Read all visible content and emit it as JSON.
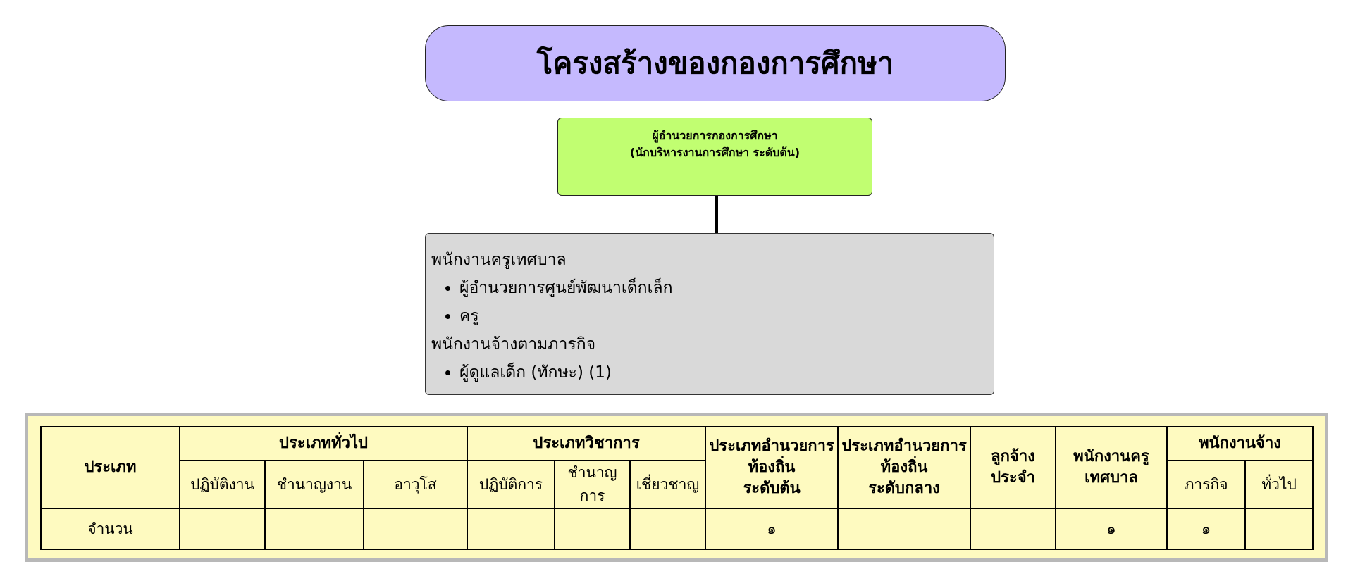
{
  "title": "โครงสร้างของกองการศึกษา",
  "director": {
    "line1": "ผู้อำนวยการกองการศึกษา",
    "line2": "(นักบริหารงานการศึกษา ระดับต้น)"
  },
  "staff": {
    "groups": [
      {
        "label": "พนักงานครูเทศบาล",
        "items": [
          "ผู้อำนวยการศูนย์พัฒนาเด็กเล็ก",
          "ครู"
        ]
      },
      {
        "label": "พนักงานจ้างตามภารกิจ",
        "items": [
          "ผู้ดูแลเด็ก (ทักษะ) (1)"
        ]
      }
    ]
  },
  "table": {
    "type_header": "ประเภท",
    "general": {
      "label": "ประเภททั่วไป",
      "subs": [
        "ปฏิบัติงาน",
        "ชำนาญงาน",
        "อาวุโส"
      ]
    },
    "academic": {
      "label": "ประเภทวิชาการ",
      "subs": [
        "ปฏิบัติการ",
        "ชำนาญการ",
        "เชี่ยวชาญ"
      ]
    },
    "local_admin_basic": {
      "line1": "ประเภทอำนวยการ",
      "line2": "ท้องถิ่น",
      "line3": "ระดับต้น"
    },
    "local_admin_mid": {
      "line1": "ประเภทอำนวยการ",
      "line2": "ท้องถิ่น",
      "line3": "ระดับกลาง"
    },
    "permanent": {
      "line1": "ลูกจ้าง",
      "line2": "ประจำ"
    },
    "teacher": {
      "line1": "พนักงานครู",
      "line2": "เทศบาล"
    },
    "contract": {
      "label": "พนักงานจ้าง",
      "subs": [
        "ภารกิจ",
        "ทั่วไป"
      ]
    },
    "count_label": "จำนวน",
    "counts": [
      "",
      "",
      "",
      "",
      "",
      "",
      "๑",
      "",
      "",
      "๑",
      "๑",
      ""
    ]
  }
}
